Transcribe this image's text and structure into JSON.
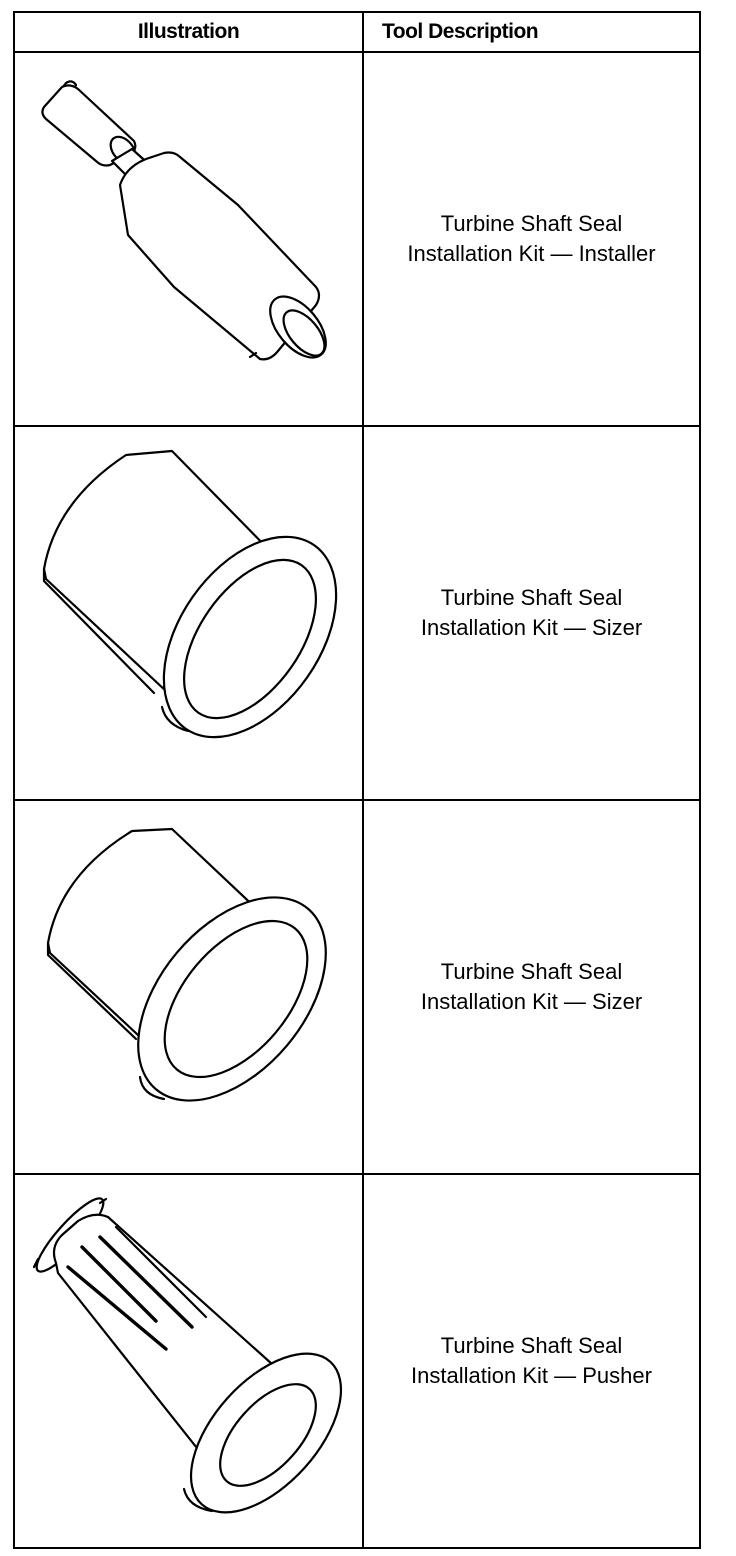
{
  "table": {
    "headers": {
      "illustration": "Illustration",
      "description": "Tool Description"
    },
    "rows": [
      {
        "icon": "seal-installer-icon",
        "line1": "Turbine Shaft Seal",
        "line2": "Installation Kit — Installer"
      },
      {
        "icon": "seal-sizer-icon",
        "line1": "Turbine Shaft Seal",
        "line2": "Installation Kit — Sizer"
      },
      {
        "icon": "seal-sizer-icon",
        "line1": "Turbine Shaft Seal",
        "line2": "Installation Kit — Sizer"
      },
      {
        "icon": "seal-pusher-icon",
        "line1": "Turbine Shaft Seal",
        "line2": "Installation Kit — Pusher"
      }
    ]
  }
}
